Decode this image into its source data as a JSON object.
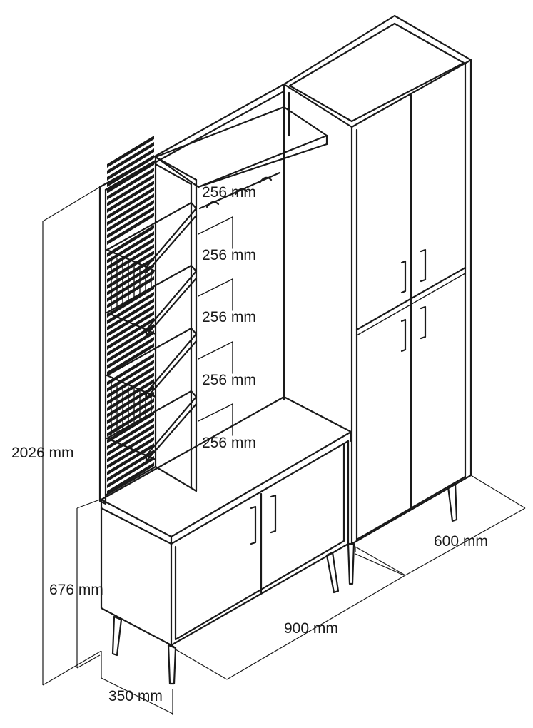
{
  "dimensions": {
    "total_height": "2026 mm",
    "base_height": "676 mm",
    "depth": "350 mm",
    "width": "900 mm",
    "tall_cabinet_depth": "600 mm",
    "shelf_spacing": [
      "256 mm",
      "256 mm",
      "256 mm",
      "256 mm",
      "256 mm"
    ]
  }
}
